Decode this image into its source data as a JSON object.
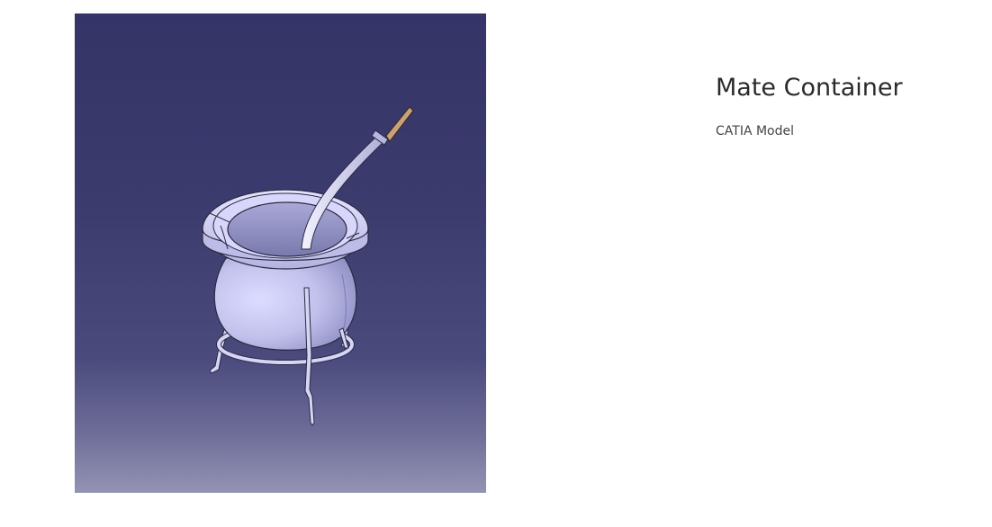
{
  "project": {
    "title": "Mate Container",
    "subtitle": "CATIA Model"
  },
  "image": {
    "icon": "mate-gourd-3d-render",
    "colors": {
      "background_top": "#353467",
      "background_bottom": "#9493b4",
      "model_body": "#c9c8ee",
      "model_edge": "#2a2a44",
      "straw_tip": "#c9a27a"
    }
  },
  "colors": {
    "title": "#2b2b2b",
    "subtitle": "#444444",
    "page_background": "#ffffff"
  }
}
